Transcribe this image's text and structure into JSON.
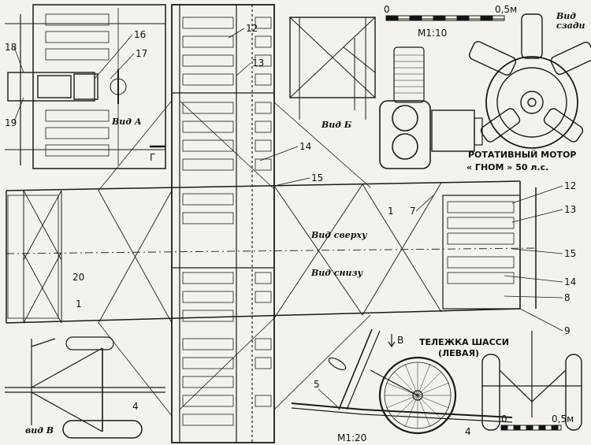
{
  "views": {
    "view_a": "Вид А",
    "view_b": "Вид Б",
    "view_v": "вид В",
    "view_rear": "Вид",
    "view_rear_2": "сзади",
    "view_top": "Вид сверху",
    "view_bottom": "Вид снизу",
    "view_g": "Г"
  },
  "engine": {
    "title_1": "РОТАТИВНЫЙ МОТОР",
    "title_2": "« ГНОМ » 50 л.с."
  },
  "chassis": {
    "title_1": "ТЕЛЕЖКА ШАССИ",
    "title_2": "(ЛЕВАЯ)",
    "arrow_label": "В"
  },
  "scales": {
    "m110": "М1:10",
    "m120": "М1:20",
    "zero_top": "0",
    "half_top": "0,5м",
    "zero_bottom": "0",
    "half_bottom": "0,5м"
  },
  "callouts": {
    "n1a": "1",
    "n1b": "1",
    "n4a": "4",
    "n4b": "4",
    "n5": "5",
    "n7": "7",
    "n8": "8",
    "n9": "9",
    "n12a": "12",
    "n12b": "12",
    "n13a": "13",
    "n13b": "13",
    "n14a": "14",
    "n14b": "14",
    "n15a": "15",
    "n15b": "15",
    "n16": "16",
    "n17": "17",
    "n18": "18",
    "n19": "19",
    "n20": "20"
  }
}
